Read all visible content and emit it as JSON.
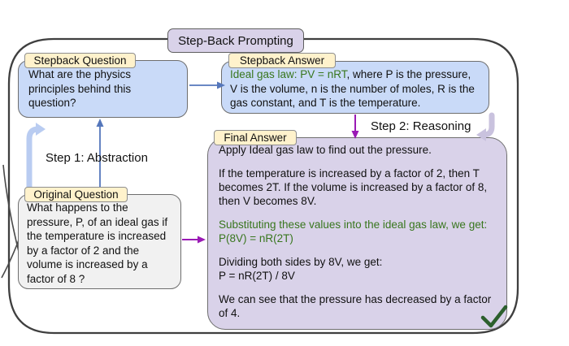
{
  "title": "Step-Back Prompting",
  "stepback_question": {
    "label": "Stepback Question",
    "text": "What are the physics principles behind this question?"
  },
  "stepback_answer": {
    "label": "Stepback Answer",
    "highlight": "Ideal gas law: PV = nRT",
    "text": ", where P is the pressure, V is the volume, n is the number of moles, R is the gas constant, and T is the temperature."
  },
  "original_question": {
    "label": "Original Question",
    "text": "What happens to the pressure, P, of an ideal gas if the temperature is increased by a factor of 2 and the volume is increased by a factor of 8 ?"
  },
  "final_answer": {
    "label": "Final Answer",
    "para1": "Apply Ideal gas law to find out the pressure.",
    "para2": "If the temperature is increased by a factor of 2, then T becomes 2T. If the volume is increased by a factor of 8, then V becomes 8V.",
    "para3_line1": "Substituting these values into the ideal gas law, we get:",
    "para3_line2": "P(8V) = nR(2T)",
    "para4_line1": "Dividing both sides by 8V, we get:",
    "para4_line2": "P = nR(2T) / 8V",
    "para5": "We can see that the pressure has decreased by a factor of 4."
  },
  "steps": {
    "step1": "Step 1: Abstraction",
    "step2": "Step 2: Reasoning"
  },
  "colors": {
    "blue_box_fill": "#c9daf8",
    "gray_box_fill": "#f1f1f1",
    "purple_box_fill": "#d9d2e9",
    "label_fill": "#fff2cc",
    "green_text": "#38761d",
    "blue_arrow": "#5577bb",
    "purple_arrow": "#9a1ab5",
    "light_blue_loop_arrow": "#b9ccf1",
    "lavender_loop_arrow": "#c9c2de",
    "checkmark_green": "#2c5f2d",
    "container_border": "#3f3f3f"
  }
}
